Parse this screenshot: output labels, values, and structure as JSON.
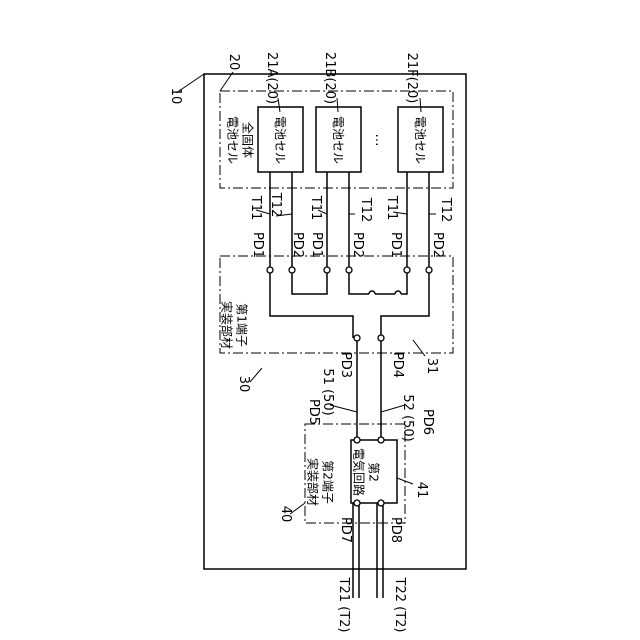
{
  "colors": {
    "stroke": "#000000",
    "background": "#ffffff"
  },
  "labels": {
    "device": "10",
    "cells_group_ref": "20",
    "cells_group_name": "全固体\n電池セル",
    "cell_a_ref": "21A(20)",
    "cell_b_ref": "21B(20)",
    "cell_f_ref": "21F(20)",
    "cell_name": "電池セル",
    "ellipsis": "…",
    "first_mount_name": "第1端子\n実装部材",
    "first_mount_ref": "30",
    "first_circuit_ref": "31",
    "second_mount_name": "第2端子\n実装部材",
    "second_mount_ref": "40",
    "second_circuit_name": "第2\n電気回路",
    "second_circuit_ref": "41",
    "t11": "T11",
    "t12": "T12",
    "pd1": "PD1",
    "pd2": "PD2",
    "pd3": "PD3",
    "pd4": "PD4",
    "pd5": "PD5",
    "pd6": "PD6",
    "pd7": "PD7",
    "pd8": "PD8",
    "wire_51": "51 (50)",
    "wire_52": "52 (50)",
    "t21": "T21 (T2)",
    "t22": "T22 (T2)"
  }
}
